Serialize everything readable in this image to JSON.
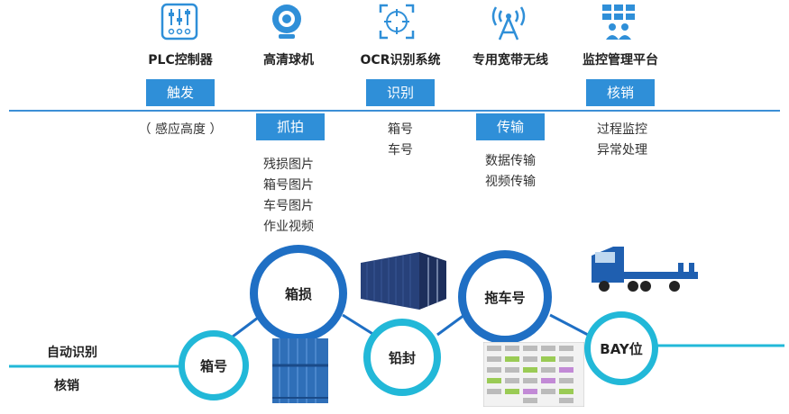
{
  "stages": [
    {
      "title": "PLC控制器",
      "icon": "plc-controller-icon",
      "tag": "触发",
      "desc": "（ 感应高度 ）"
    },
    {
      "title": "高清球机",
      "icon": "hd-camera-icon",
      "tag": "抓拍",
      "desc": [
        "残损图片",
        "箱号图片",
        "车号图片",
        "作业视频"
      ]
    },
    {
      "title": "OCR识别系统",
      "icon": "ocr-target-icon",
      "tag": "识别",
      "desc": [
        "箱号",
        "车号"
      ]
    },
    {
      "title": "专用宽带无线",
      "icon": "wireless-tower-icon",
      "tag": "传输",
      "desc": [
        "数据传输",
        "视频传输"
      ]
    },
    {
      "title": "监控管理平台",
      "icon": "monitor-platform-icon",
      "tag": "核销",
      "desc": [
        "过程监控",
        "异常处理"
      ]
    }
  ],
  "flow": {
    "nodes": [
      "箱号",
      "箱损",
      "铅封",
      "拖车号",
      "BAY位"
    ],
    "left_labels": [
      "自动识别",
      "核销"
    ]
  },
  "colors": {
    "tag": "#2f8fd8",
    "line": "#3c8fd6",
    "ring_dark": "#1f6fc4",
    "ring_light": "#22b8d8"
  },
  "images": [
    "container-photo",
    "truck-photo",
    "container-door-photo",
    "ocr-screen-photo"
  ]
}
